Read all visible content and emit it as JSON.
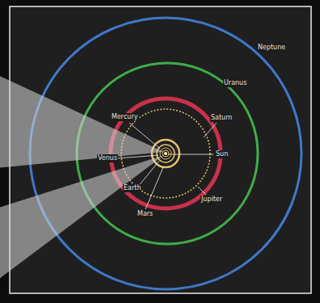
{
  "diagram": {
    "labels": [
      "Neptune",
      "Uranus",
      "Mercury",
      "Saturn",
      "Venus",
      "Sun",
      "Earth",
      "Jupiter",
      "Mars"
    ]
  }
}
